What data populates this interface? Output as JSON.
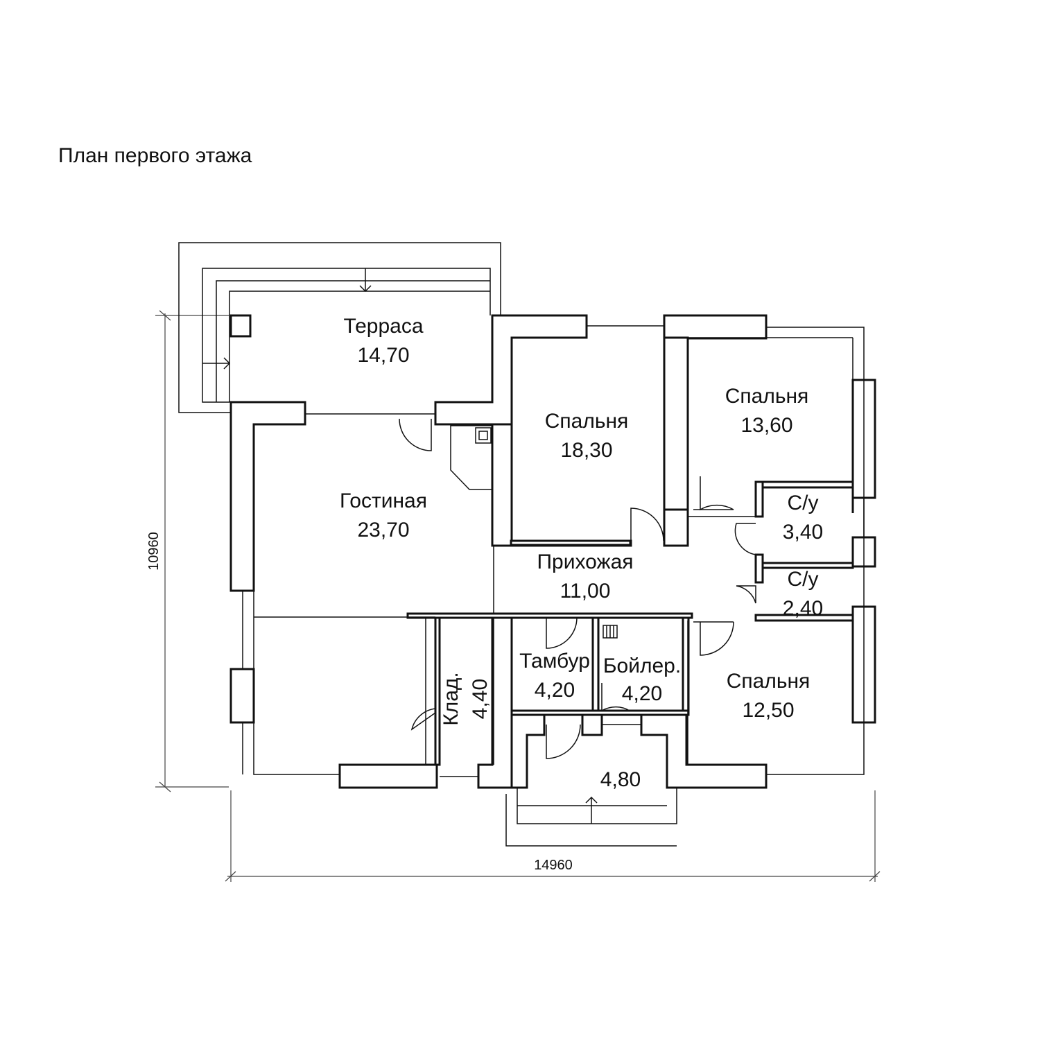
{
  "title": "План первого этажа",
  "rooms": [
    {
      "id": "terrace",
      "name": "Терраса",
      "area": "14,70"
    },
    {
      "id": "living",
      "name": "Гостиная",
      "area": "23,70"
    },
    {
      "id": "bedroom1",
      "name": "Спальня",
      "area": "18,30"
    },
    {
      "id": "bedroom2",
      "name": "Спальня",
      "area": "13,60"
    },
    {
      "id": "bath1",
      "name": "С/у",
      "area": "3,40"
    },
    {
      "id": "hall",
      "name": "Прихожая",
      "area": "11,00"
    },
    {
      "id": "bath2",
      "name": "С/у",
      "area": "2,40"
    },
    {
      "id": "vestibule",
      "name": "Тамбур",
      "area": "4,20"
    },
    {
      "id": "boiler",
      "name": "Бойлер.",
      "area": "4,20"
    },
    {
      "id": "bedroom3",
      "name": "Спальня",
      "area": "12,50"
    },
    {
      "id": "storage",
      "name": "Клад.",
      "area": "4,40"
    },
    {
      "id": "porch",
      "name": "",
      "area": "4,80"
    }
  ],
  "dimensions": {
    "width": "14960",
    "height": "10960"
  }
}
